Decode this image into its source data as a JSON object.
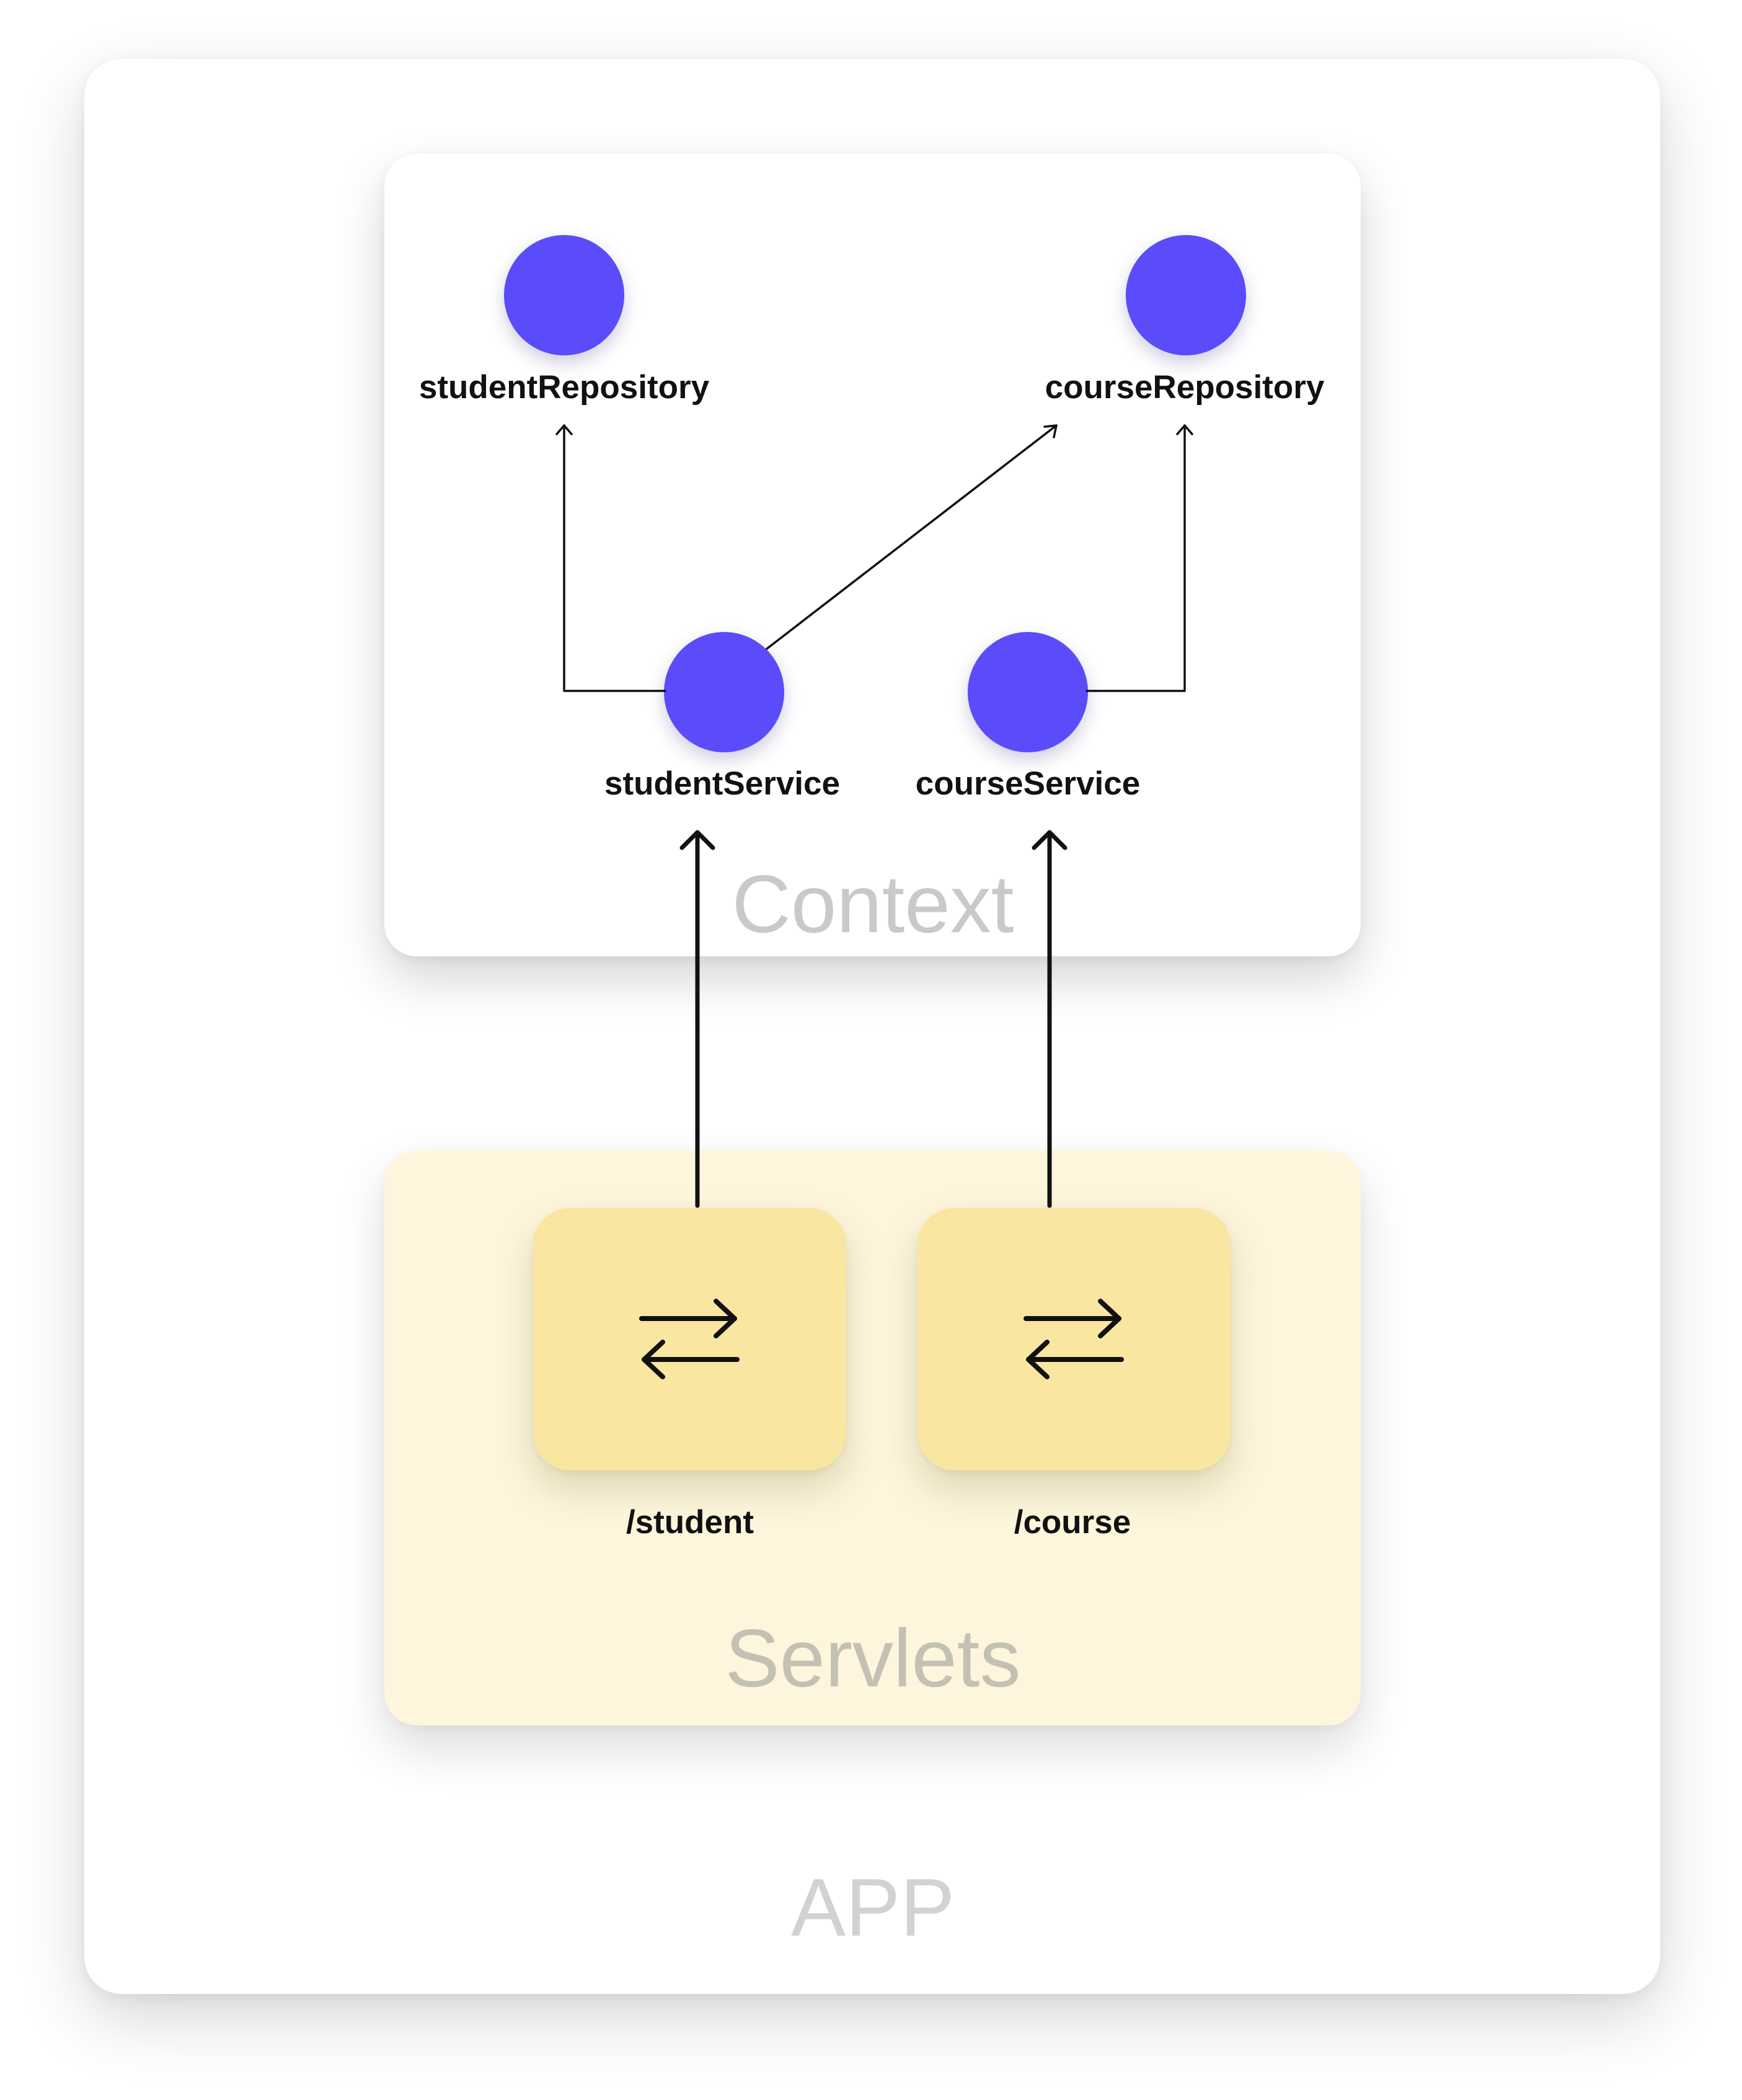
{
  "app": {
    "title": "APP"
  },
  "context": {
    "title": "Context",
    "nodes": {
      "student_repository": "studentRepository",
      "course_repository": "courseRepository",
      "student_service": "studentService",
      "course_service": "courseService"
    }
  },
  "servlets": {
    "title": "Servlets",
    "items": [
      {
        "path": "/student",
        "icon": "swap-arrows-icon"
      },
      {
        "path": "/course",
        "icon": "swap-arrows-icon"
      }
    ]
  },
  "colors": {
    "node": "#5a4cfa",
    "servlet_card": "#f8e6a1",
    "servlets_panel": "#fdf6dc"
  }
}
